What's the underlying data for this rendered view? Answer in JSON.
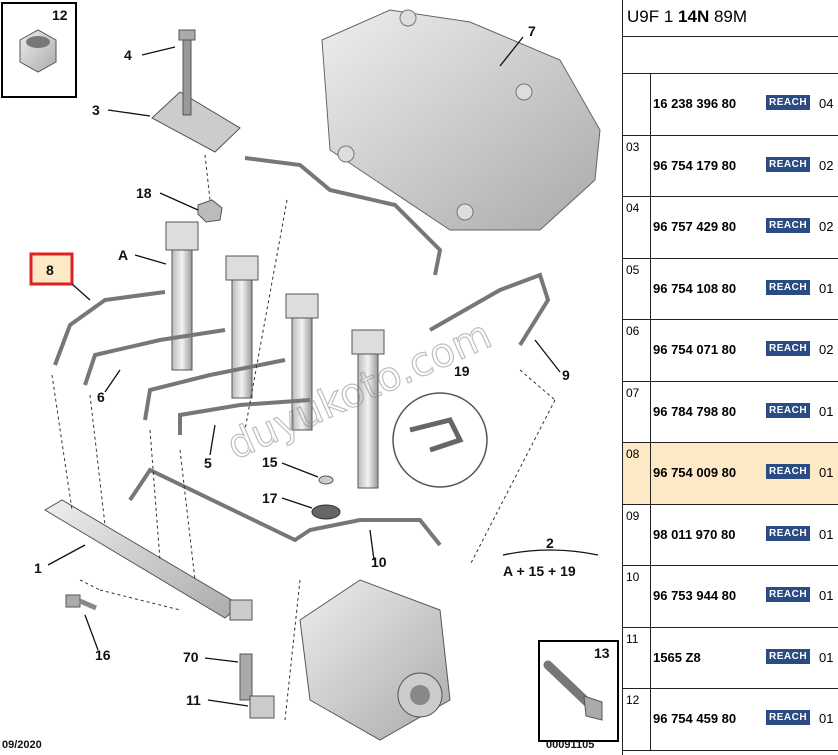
{
  "panel": {
    "header": {
      "prefix": "U9F 1 ",
      "bold": "14N",
      "suffix": " 89M"
    },
    "rows": [
      {
        "idx": "",
        "ref": "16 238 396 80",
        "reach": "REACH",
        "qty": "04",
        "highlight": false
      },
      {
        "idx": "03",
        "ref": "96 754 179 80",
        "reach": "REACH",
        "qty": "02",
        "highlight": false
      },
      {
        "idx": "04",
        "ref": "96 757 429 80",
        "reach": "REACH",
        "qty": "02",
        "highlight": false
      },
      {
        "idx": "05",
        "ref": "96 754 108 80",
        "reach": "REACH",
        "qty": "01",
        "highlight": false
      },
      {
        "idx": "06",
        "ref": "96 754 071 80",
        "reach": "REACH",
        "qty": "02",
        "highlight": false
      },
      {
        "idx": "07",
        "ref": "96 784 798 80",
        "reach": "REACH",
        "qty": "01",
        "highlight": false
      },
      {
        "idx": "08",
        "ref": "96 754 009 80",
        "reach": "REACH",
        "qty": "01",
        "highlight": true
      },
      {
        "idx": "09",
        "ref": "98 011 970 80",
        "reach": "REACH",
        "qty": "01",
        "highlight": false
      },
      {
        "idx": "10",
        "ref": "96 753 944 80",
        "reach": "REACH",
        "qty": "01",
        "highlight": false
      },
      {
        "idx": "11",
        "ref": "1565 Z8",
        "reach": "REACH",
        "qty": "01",
        "highlight": false
      },
      {
        "idx": "12",
        "ref": "96 754 459 80",
        "reach": "REACH",
        "qty": "01",
        "highlight": false
      }
    ]
  },
  "diagram": {
    "labels": {
      "l1": "1",
      "l2": "2",
      "l3": "3",
      "l4": "4",
      "l5": "5",
      "l6": "6",
      "l7": "7",
      "l8": "8",
      "l9": "9",
      "l10": "10",
      "l11": "11",
      "l12": "12",
      "l13": "13",
      "l15": "15",
      "l16": "16",
      "l17": "17",
      "l18": "18",
      "l19": "19",
      "l70": "70",
      "lA": "A",
      "combo": "A + 15 + 19"
    },
    "date": "09/2020",
    "code": "00091105",
    "watermark": "duyukoto.com",
    "highlight_color": "#e02020"
  }
}
